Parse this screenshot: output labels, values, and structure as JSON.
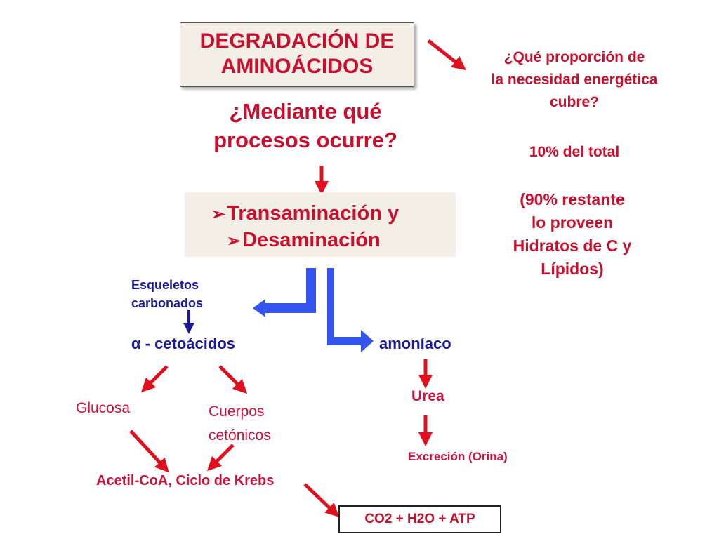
{
  "title": {
    "line1": "DEGRADACIÓN DE",
    "line2": "AMINOÁCIDOS"
  },
  "question": {
    "line1": "¿Mediante qué",
    "line2": "procesos ocurre?"
  },
  "processes": {
    "bullet_icon": "arrowhead-bullet-icon",
    "item1": "Transaminación y",
    "item2": "Desaminación"
  },
  "side_note": {
    "q_line1": "¿Qué proporción de",
    "q_line2": "la necesidad energética",
    "q_line3": "cubre?",
    "percent": "10% del total",
    "rest_line1": "(90% restante",
    "rest_line2": "lo proveen",
    "rest_line3": "Hidratos de C y",
    "rest_line4": "Lípidos)"
  },
  "branches": {
    "esqueletos_line1": "Esqueletos",
    "esqueletos_line2": "carbonados",
    "cetoacidos": "α - cetoácidos",
    "amoniaco": "amoníaco"
  },
  "products": {
    "glucosa": "Glucosa",
    "cuerpos_line1": "Cuerpos",
    "cuerpos_line2": "cetónicos",
    "acetil": "Acetil-CoA, Ciclo de Krebs",
    "final": "CO2 + H2O + ATP",
    "urea": "Urea",
    "excrecion": "Excreción  (Orina)"
  },
  "colors": {
    "red": "#c8102e",
    "arrow_red": "#e0101e",
    "arrow_blue": "#3355ee",
    "dark_blue": "#1a1a9a",
    "box_fill": "#f3efe7"
  }
}
